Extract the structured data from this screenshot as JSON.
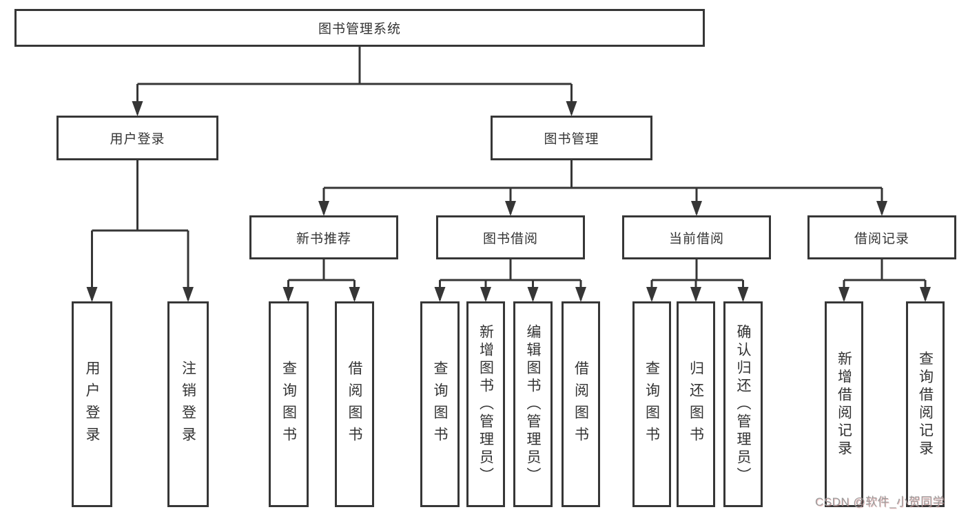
{
  "watermark": "CSDN @软件_小贺同学",
  "colors": {
    "line": "#363636",
    "box_border": "#363636",
    "text": "#333333",
    "watermark": "#9b9b9b",
    "background": "#ffffff"
  },
  "nodes": {
    "root": "图书管理系统",
    "level2": [
      "用户登录",
      "图书管理"
    ],
    "level3": [
      "新书推荐",
      "图书借阅",
      "当前借阅",
      "借阅记录"
    ],
    "leaves": [
      "用户登录",
      "注销登录",
      "查询图书",
      "借阅图书",
      "查询图书",
      "新增图书（管理员）",
      "编辑图书（管理员）",
      "借阅图书",
      "查询图书",
      "归还图书",
      "确认归还（管理员）",
      "新增借阅记录",
      "查询借阅记录"
    ]
  }
}
